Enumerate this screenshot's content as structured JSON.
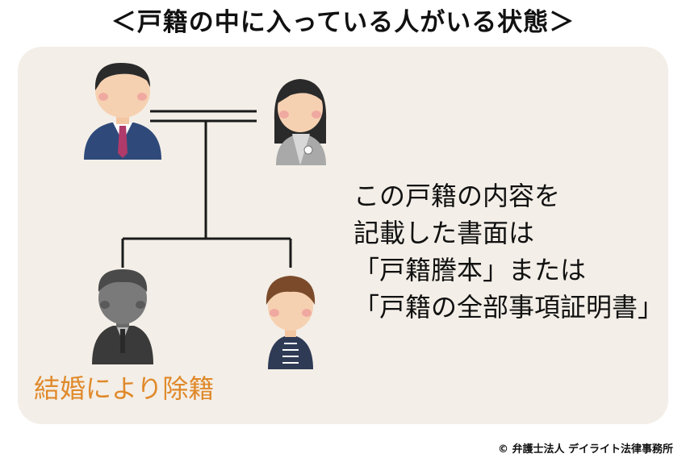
{
  "title": "＜戸籍の中に入っている人がいる状態＞",
  "description_lines": [
    "この戸籍の内容を",
    "記載した書面は",
    "「戸籍謄本」または",
    "「戸籍の全部事項証明書」"
  ],
  "removed_note": "結婚により除籍",
  "copyright": "© 弁護士法人 デイライト法律事務所",
  "colors": {
    "panel": "#f3eee7",
    "note": "#e0892a",
    "line": "#1a1a1a"
  },
  "people": [
    {
      "role": "father",
      "icon": "man-in-suit-icon",
      "removed": false
    },
    {
      "role": "mother",
      "icon": "woman-in-cardigan-icon",
      "removed": false
    },
    {
      "role": "child-removed",
      "icon": "man-grayed-out-icon",
      "removed": true
    },
    {
      "role": "child",
      "icon": "girl-in-striped-shirt-icon",
      "removed": false
    }
  ]
}
